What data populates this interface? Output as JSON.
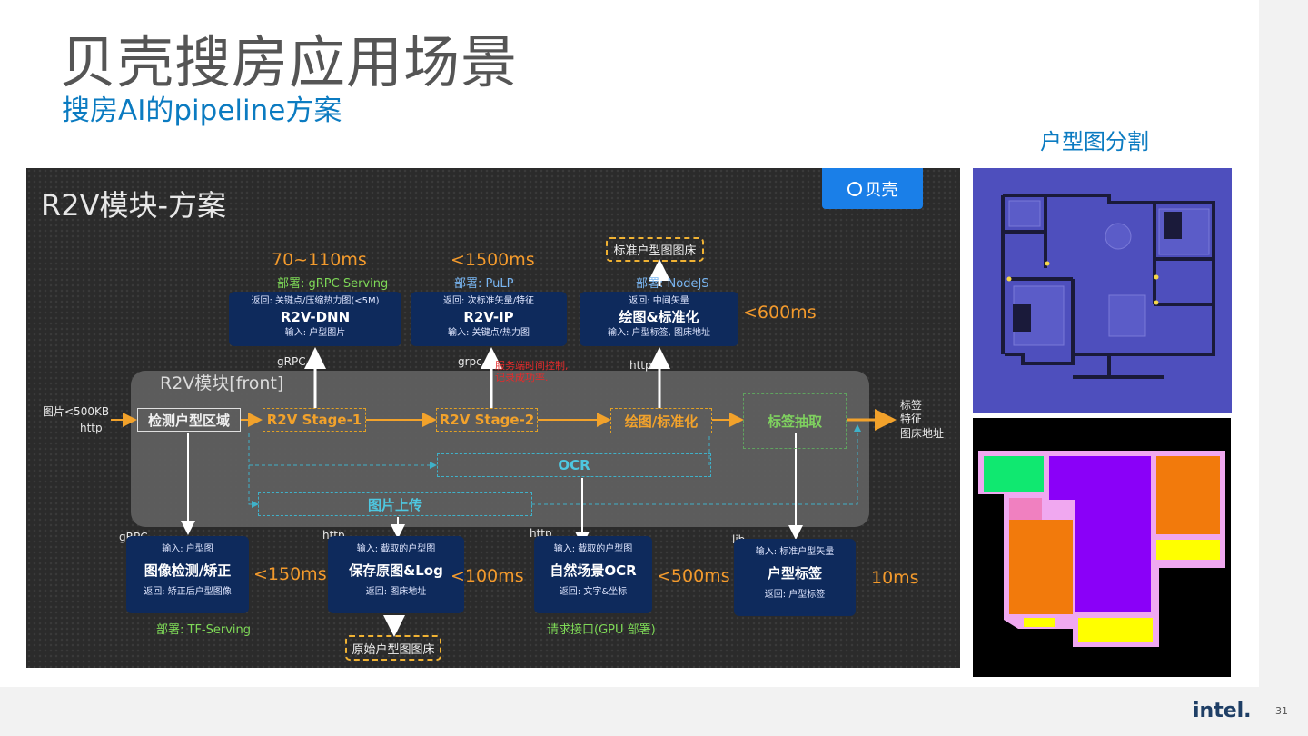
{
  "page": {
    "title": "贝壳搜房应用场景",
    "subtitle": "搜房AI的pipeline方案",
    "page_number": "31",
    "brand": "intel."
  },
  "segmentation": {
    "title": "户型图分割"
  },
  "diagram": {
    "heading": "R2V模块-方案",
    "logo": "贝壳",
    "front_label": "R2V模块[front]",
    "input_label": "图片<500KB",
    "input_proto": "http",
    "outputs": [
      "标签",
      "特征",
      "图床地址"
    ],
    "pipeline": {
      "detect": "检测户型区域",
      "stage1": "R2V Stage-1",
      "stage2": "R2V Stage-2",
      "draw": "绘图/标准化",
      "tag": "标签抽取",
      "ocr": "OCR",
      "upload": "图片上传"
    },
    "top_services": [
      {
        "timing": "70~110ms",
        "deploy": "部署: gRPC Serving",
        "ret": "返回: 关键点/压缩热力图(<5M)",
        "name": "R2V-DNN",
        "inp": "输入: 户型图片",
        "proto": "gRPC"
      },
      {
        "timing": "<1500ms",
        "deploy": "部署: PuLP",
        "ret": "返回: 次标准矢量/特征",
        "name": "R2V-IP",
        "inp": "输入: 关键点/热力图",
        "proto": "grpc"
      },
      {
        "timing": "<600ms",
        "deploy": "部署: NodeJS",
        "ret": "返回: 中间矢量",
        "name": "绘图&标准化",
        "inp": "输入: 户型标签, 图床地址",
        "proto": "http"
      }
    ],
    "std_store": "标准户型图图床",
    "note": [
      "服务端时间控制,",
      "记录成功率."
    ],
    "bottom_services": [
      {
        "proto": "gRPC",
        "inp": "输入: 户型图",
        "name": "图像检测/矫正",
        "ret": "返回: 矫正后户型图像",
        "timing": "<150ms",
        "deploy": "部署: TF-Serving"
      },
      {
        "proto": "http",
        "inp": "输入: 截取的户型图",
        "name": "保存原图&Log",
        "ret": "返回: 图床地址",
        "timing": "<100ms"
      },
      {
        "proto": "http",
        "inp": "输入: 截取的户型图",
        "name": "自然场景OCR",
        "ret": "返回: 文字&坐标",
        "timing": "<500ms",
        "deploy": "请求接口(GPU 部署)"
      },
      {
        "proto": "lib",
        "inp": "输入: 标准户型矢量",
        "name": "户型标签",
        "ret": "返回: 户型标签",
        "timing": "10ms"
      }
    ],
    "orig_store": "原始户型图图床"
  },
  "colors": {
    "accent_blue": "#0b7bc1",
    "timing_orange": "#f39a2c",
    "service_navy": "#0e2a5c",
    "logo_blue": "#1a7fe8"
  }
}
